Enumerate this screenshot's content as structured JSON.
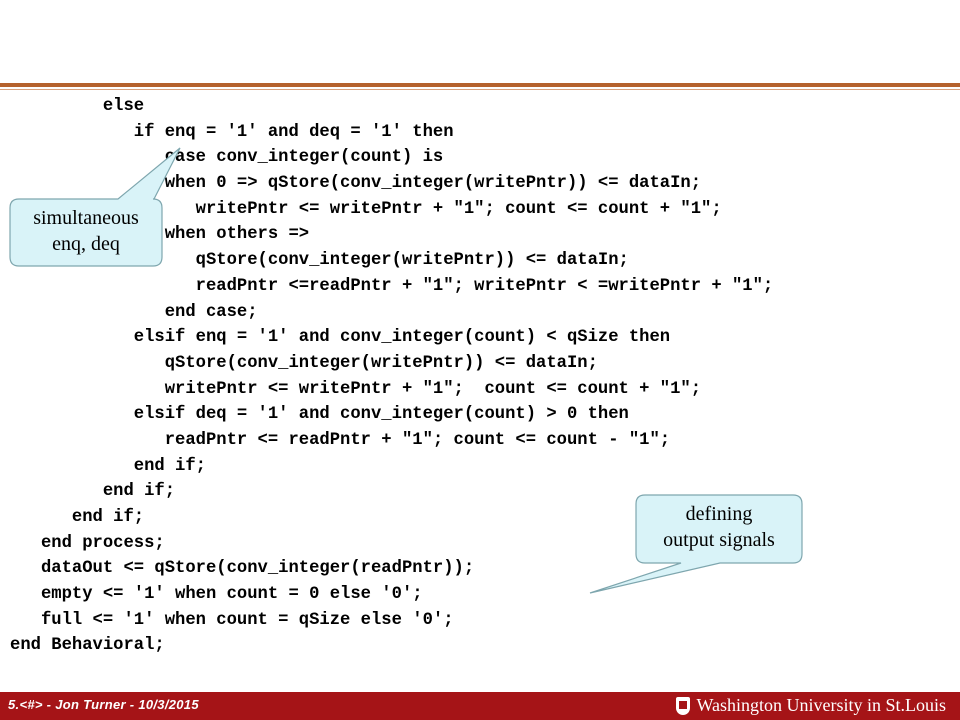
{
  "code_lines": [
    "         else",
    "            if enq = '1' and deq = '1' then",
    "               case conv_integer(count) is",
    "               when 0 => qStore(conv_integer(writePntr)) <= dataIn;",
    "                  writePntr <= writePntr + \"1\"; count <= count + \"1\";",
    "               when others =>",
    "                  qStore(conv_integer(writePntr)) <= dataIn;",
    "                  readPntr <=readPntr + \"1\"; writePntr < =writePntr + \"1\";",
    "               end case;",
    "            elsif enq = '1' and conv_integer(count) < qSize then",
    "               qStore(conv_integer(writePntr)) <= dataIn;",
    "               writePntr <= writePntr + \"1\";  count <= count + \"1\";",
    "            elsif deq = '1' and conv_integer(count) > 0 then",
    "               readPntr <= readPntr + \"1\"; count <= count - \"1\";",
    "            end if;",
    "         end if;",
    "      end if;",
    "   end process;",
    "   dataOut <= qStore(conv_integer(readPntr));",
    "   empty <= '1' when count = 0 else '0';",
    "   full <= '1' when count = qSize else '0';",
    "end Behavioral;"
  ],
  "callouts": {
    "simultaneous": {
      "line1": "simultaneous",
      "line2": "enq, deq"
    },
    "output": {
      "line1": "defining",
      "line2": "output signals"
    }
  },
  "footer": {
    "left": "5.<#> - Jon Turner - 10/3/2015",
    "right": "Washington University in St.Louis"
  },
  "colors": {
    "accent_rule": "#b5622d",
    "footer_bg": "#a51417",
    "callout_fill": "#d9f3f8",
    "callout_stroke": "#7ea6ae"
  }
}
